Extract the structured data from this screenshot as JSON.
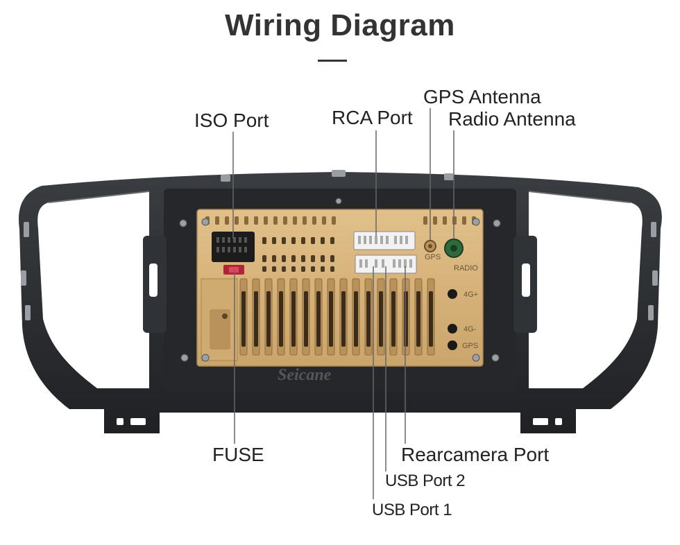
{
  "title": "Wiring Diagram",
  "labels": {
    "iso_port": "ISO Port",
    "rca_port": "RCA Port",
    "gps_antenna": "GPS Antenna",
    "radio_antenna": "Radio Antenna",
    "fuse": "FUSE",
    "rearcamera_port": "Rearcamera Port",
    "usb_port_2": "USB Port 2",
    "usb_port_1": "USB Port 1"
  },
  "unit_markings": {
    "gps": "GPS",
    "radio": "RADIO",
    "port_4g_plus": "4G+",
    "port_4g_minus": "4G-",
    "gps_bottom": "GPS",
    "watermark": "Seicane"
  },
  "colors": {
    "frame": "#2b2d30",
    "unit_gold": "#d8b47a",
    "leader_line": "#666666"
  }
}
